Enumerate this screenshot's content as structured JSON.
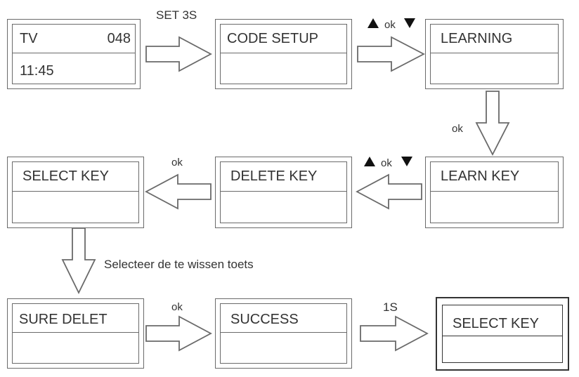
{
  "screens": {
    "tv": {
      "title": "TV",
      "code": "048",
      "time": "11:45"
    },
    "code_setup": {
      "title": "CODE SETUP"
    },
    "learning": {
      "title": "LEARNING"
    },
    "learn_key": {
      "title": "LEARN KEY"
    },
    "delete_key": {
      "title": "DELETE KEY"
    },
    "select_key": {
      "title": "SELECT KEY"
    },
    "sure_delet": {
      "title": "SURE DELET"
    },
    "success": {
      "title": "SUCCESS"
    },
    "select_key_final": {
      "title": "SELECT KEY"
    }
  },
  "labels": {
    "set_3s": "SET 3S",
    "nav_ok_1": "ok",
    "ok_down": "ok",
    "nav_ok_2": "ok",
    "ok_left": "ok",
    "select_instruction": "Selecteer de te wissen toets",
    "ok_right": "ok",
    "one_s": "1S"
  },
  "icons": {
    "up_triangle": "triangle-up-icon",
    "down_triangle": "triangle-down-icon"
  },
  "colors": {
    "line": "#6a6a6a",
    "text": "#333333",
    "background": "#ffffff"
  }
}
